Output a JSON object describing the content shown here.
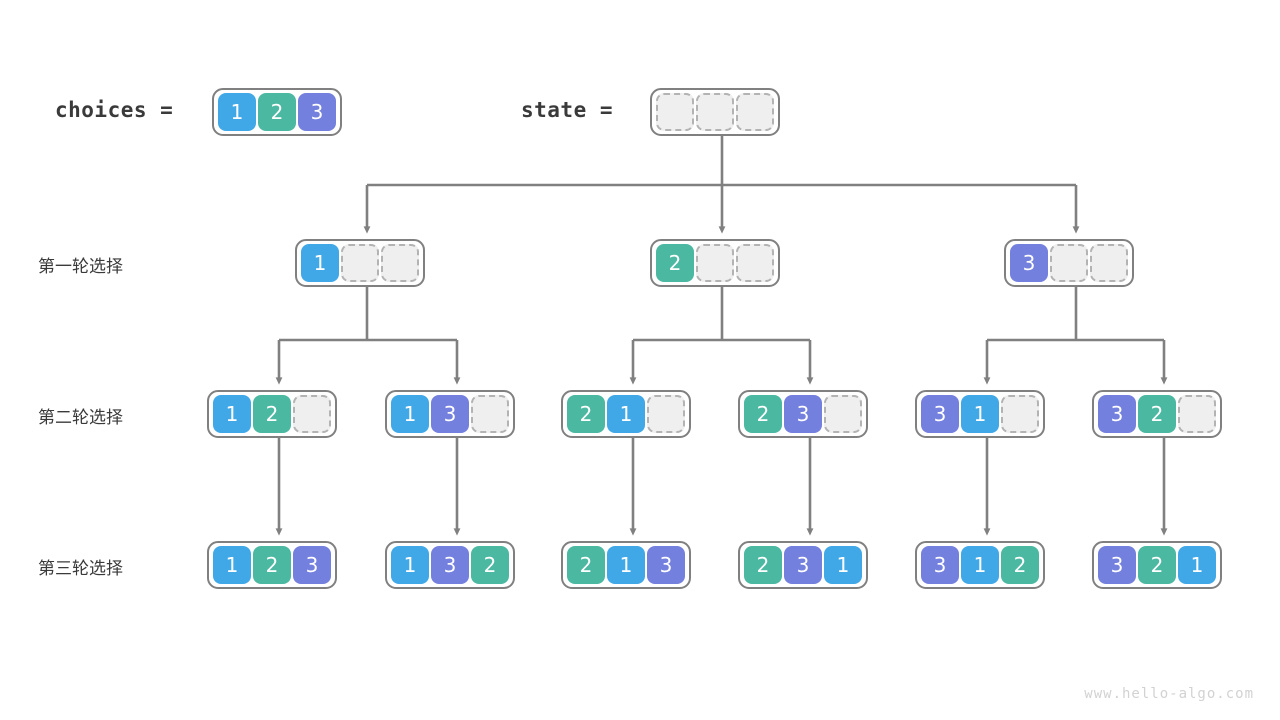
{
  "meta": {
    "watermark": "www.hello-algo.com",
    "line_color": "#808080"
  },
  "palette": {
    "value_1": "#41a8e8",
    "value_2": "#4bb8a2",
    "value_3": "#7480de",
    "empty_fill": "#efefef",
    "empty_border": "#b3b3b3",
    "node_border": "#808080",
    "text": "#3a3a3a"
  },
  "header": {
    "choices_label": "choices =",
    "choices_values": [
      "1",
      "2",
      "3"
    ],
    "state_label": "state =",
    "state_values": [
      "",
      "",
      ""
    ]
  },
  "row_labels": [
    "第一轮选择",
    "第二轮选择",
    "第三轮选择"
  ],
  "level1": [
    {
      "cells": [
        "1",
        "",
        ""
      ]
    },
    {
      "cells": [
        "2",
        "",
        ""
      ]
    },
    {
      "cells": [
        "3",
        "",
        ""
      ]
    }
  ],
  "level2": [
    {
      "cells": [
        "1",
        "2",
        ""
      ]
    },
    {
      "cells": [
        "1",
        "3",
        ""
      ]
    },
    {
      "cells": [
        "2",
        "1",
        ""
      ]
    },
    {
      "cells": [
        "2",
        "3",
        ""
      ]
    },
    {
      "cells": [
        "3",
        "1",
        ""
      ]
    },
    {
      "cells": [
        "3",
        "2",
        ""
      ]
    }
  ],
  "level3": [
    {
      "cells": [
        "1",
        "2",
        "3"
      ]
    },
    {
      "cells": [
        "1",
        "3",
        "2"
      ]
    },
    {
      "cells": [
        "2",
        "1",
        "3"
      ]
    },
    {
      "cells": [
        "2",
        "3",
        "1"
      ]
    },
    {
      "cells": [
        "3",
        "1",
        "2"
      ]
    },
    {
      "cells": [
        "3",
        "2",
        "1"
      ]
    }
  ]
}
